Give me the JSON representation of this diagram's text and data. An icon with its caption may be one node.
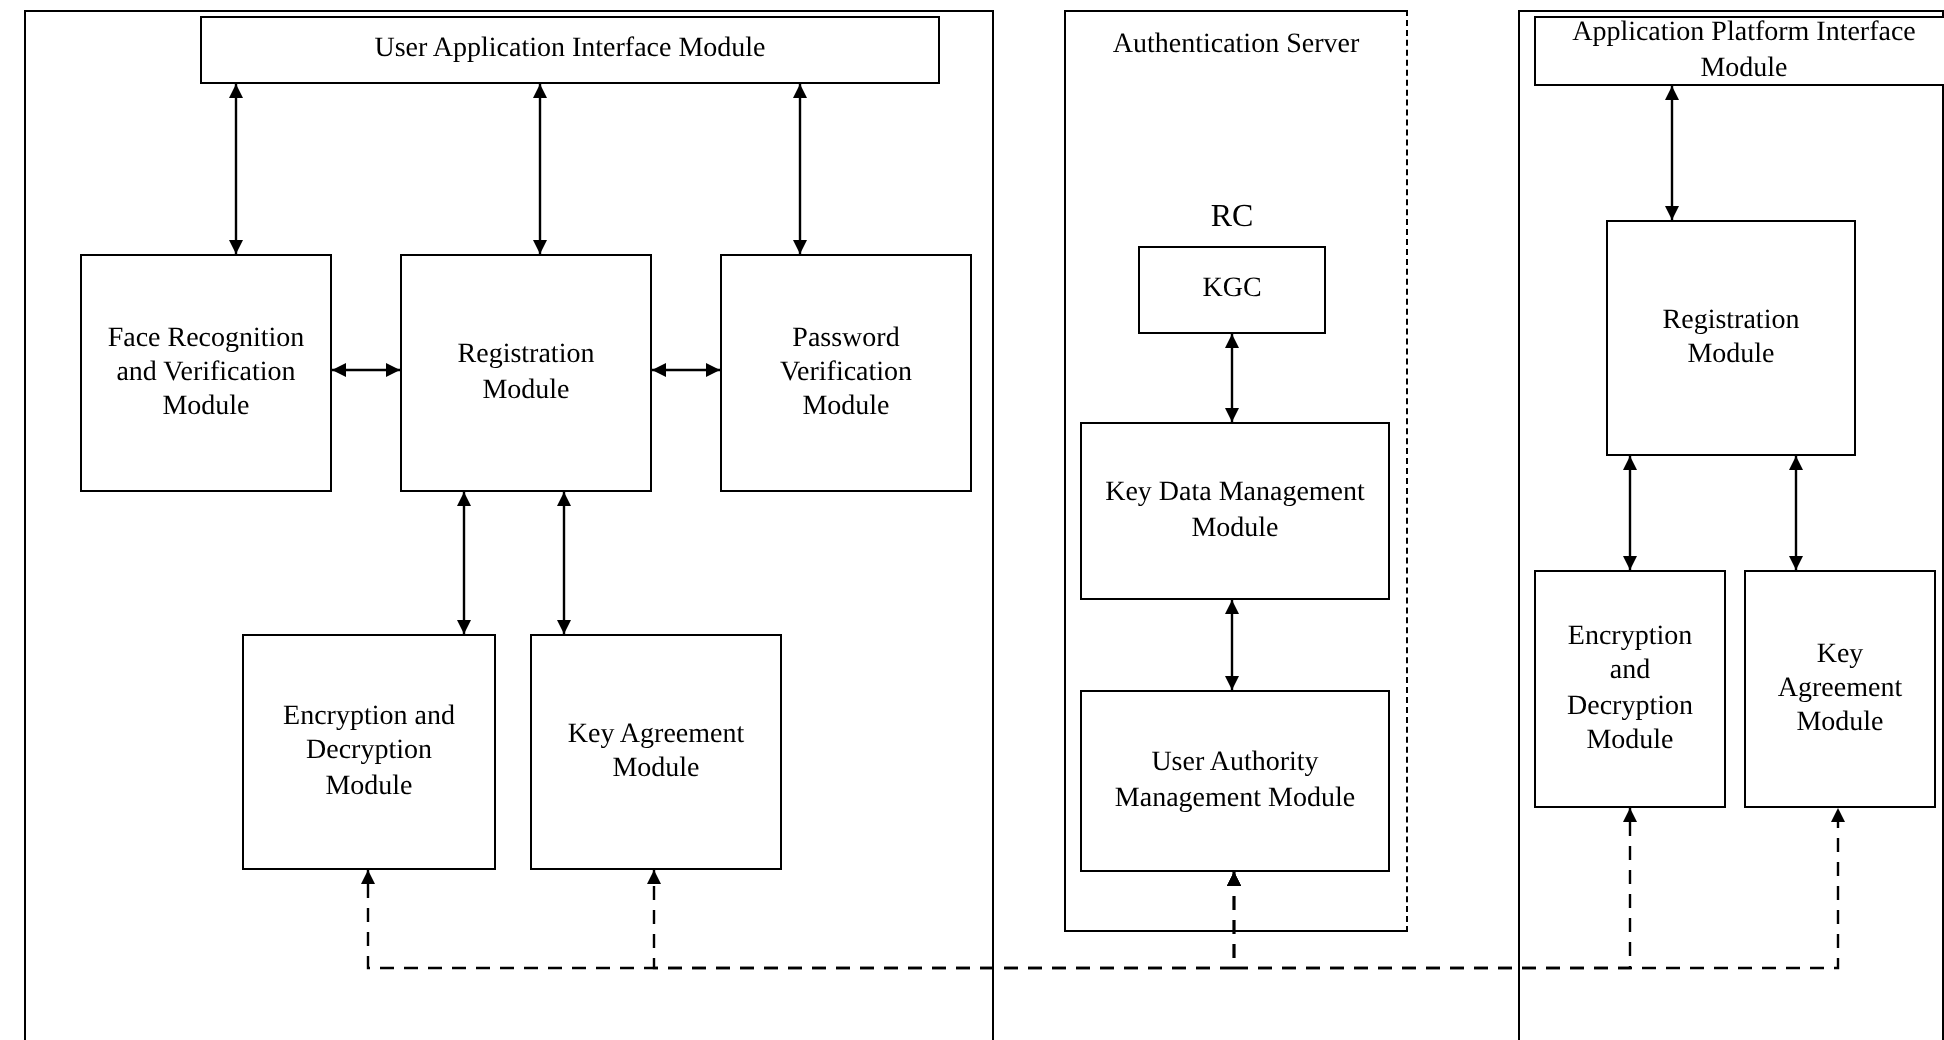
{
  "diagram": {
    "nodes": [
      {
        "text": [],
        "shape": "box"
      },
      {
        "text": [
          "User Application Interface Module"
        ],
        "in": 0
      },
      {
        "text": [
          "Face Recognition and Verification Module"
        ],
        "in": 0
      },
      {
        "text": [
          "Registration Module"
        ],
        "in": 0
      },
      {
        "text": [
          "Password Verification Module"
        ],
        "in": 0
      },
      {
        "text": [
          "Encryption and Decryption Module"
        ],
        "in": 0
      },
      {
        "text": [
          "Key Agreement Module"
        ],
        "in": 0
      },
      {
        "text": [
          "Authentication Server"
        ]
      },
      {
        "text": [
          "KGC"
        ],
        "in": 7,
        "beside": [
          "RC"
        ]
      },
      {
        "text": [
          "Key Data Management Module"
        ],
        "in": 7
      },
      {
        "text": [
          "User Authority Management Module"
        ],
        "in": 7
      },
      {
        "text": [],
        "shape": "box"
      },
      {
        "text": [
          "Application Platform Interface Module"
        ],
        "in": 11
      },
      {
        "text": [
          "Registration Module"
        ],
        "in": 11
      },
      {
        "text": [
          "Encryption and Decryption Module"
        ],
        "in": 11
      },
      {
        "text": [
          "Key Agreement Module"
        ],
        "in": 11
      }
    ],
    "edges": [
      {
        "from": 1,
        "to": 2,
        "arrow": "both"
      },
      {
        "from": 1,
        "to": 3,
        "arrow": "both"
      },
      {
        "from": 1,
        "to": 4,
        "arrow": "both"
      },
      {
        "from": 2,
        "to": 3,
        "arrow": "both"
      },
      {
        "from": 3,
        "to": 4,
        "arrow": "both"
      },
      {
        "from": 3,
        "to": 5,
        "arrow": "both"
      },
      {
        "from": 3,
        "to": 6,
        "arrow": "both"
      },
      {
        "from": 8,
        "to": 9,
        "arrow": "both"
      },
      {
        "from": 9,
        "to": 10,
        "arrow": "both"
      },
      {
        "from": 12,
        "to": 13,
        "arrow": "both"
      },
      {
        "from": 13,
        "to": 14,
        "arrow": "both"
      },
      {
        "from": 13,
        "to": 15,
        "arrow": "both"
      },
      {
        "from": 10,
        "to": 5,
        "arrow": "both",
        "style": "dashed"
      },
      {
        "from": 10,
        "to": 6,
        "arrow": "both",
        "style": "dashed"
      },
      {
        "from": 10,
        "to": 14,
        "arrow": "both",
        "style": "dashed"
      },
      {
        "from": 10,
        "to": 15,
        "arrow": "both",
        "style": "dashed"
      }
    ]
  }
}
